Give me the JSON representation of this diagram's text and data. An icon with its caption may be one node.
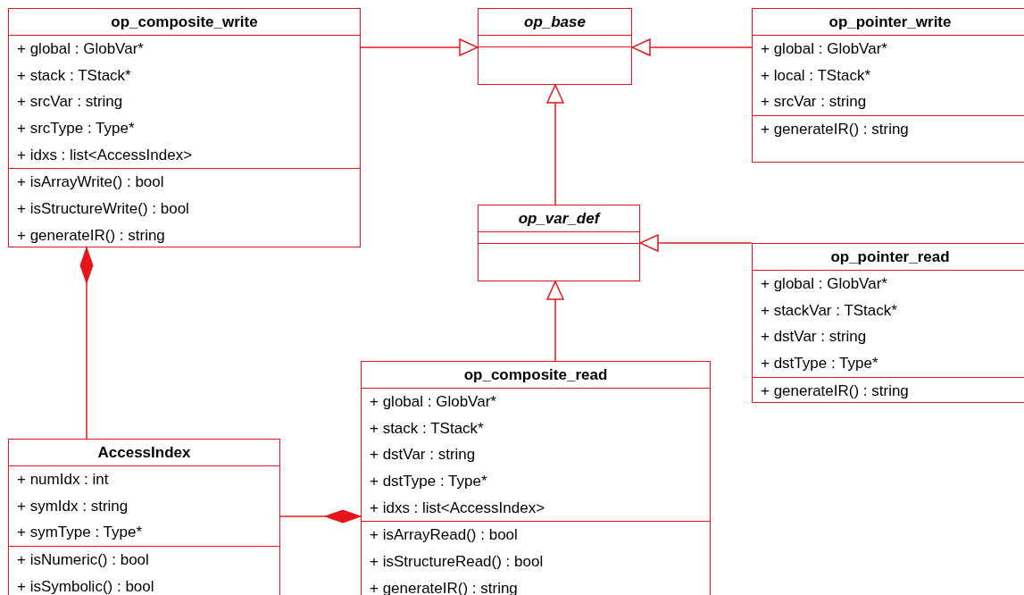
{
  "diagram": {
    "nodes": [
      {
        "text": [
          "op_composite_write",
          "+ global : GlobVar*",
          "+ stack : TStack*",
          "+ srcVar : string",
          "+ srcType : Type*",
          "+ idxs : list<AccessIndex>",
          "+ isArrayWrite() : bool",
          "+ isStructureWrite() : bool",
          "+ generateIR() : string"
        ]
      },
      {
        "text": [
          "op_base"
        ]
      },
      {
        "text": [
          "op_pointer_write",
          "+ global : GlobVar*",
          "+ local : TStack*",
          "+ srcVar : string",
          "+ generateIR() : string"
        ]
      },
      {
        "text": [
          "op_var_def"
        ]
      },
      {
        "text": [
          "op_pointer_read",
          "+ global : GlobVar*",
          "+ stackVar : TStack*",
          "+ dstVar : string",
          "+ dstType : Type*",
          "+ generateIR() : string"
        ]
      },
      {
        "text": [
          "op_composite_read",
          "+ global : GlobVar*",
          "+ stack : TStack*",
          "+ dstVar : string",
          "+ dstType : Type*",
          "+ idxs : list<AccessIndex>",
          "+ isArrayRead() : bool",
          "+ isStructureRead() : bool",
          "+ generateIR() : string"
        ]
      },
      {
        "text": [
          "AccessIndex",
          "+ numIdx : int",
          "+ symIdx : string",
          "+ symType : Type*",
          "+ isNumeric() : bool",
          "+ isSymbolic() : bool"
        ]
      }
    ],
    "edges": [
      {
        "from": 0,
        "to": 1,
        "arrow": "to"
      },
      {
        "from": 2,
        "to": 1,
        "arrow": "to"
      },
      {
        "from": 3,
        "to": 1,
        "arrow": "to"
      },
      {
        "from": 4,
        "to": 3,
        "arrow": "to"
      },
      {
        "from": 5,
        "to": 3,
        "arrow": "to"
      },
      {
        "from": 6,
        "to": 0,
        "arrow": "other"
      },
      {
        "from": 6,
        "to": 5,
        "arrow": "other"
      }
    ]
  }
}
